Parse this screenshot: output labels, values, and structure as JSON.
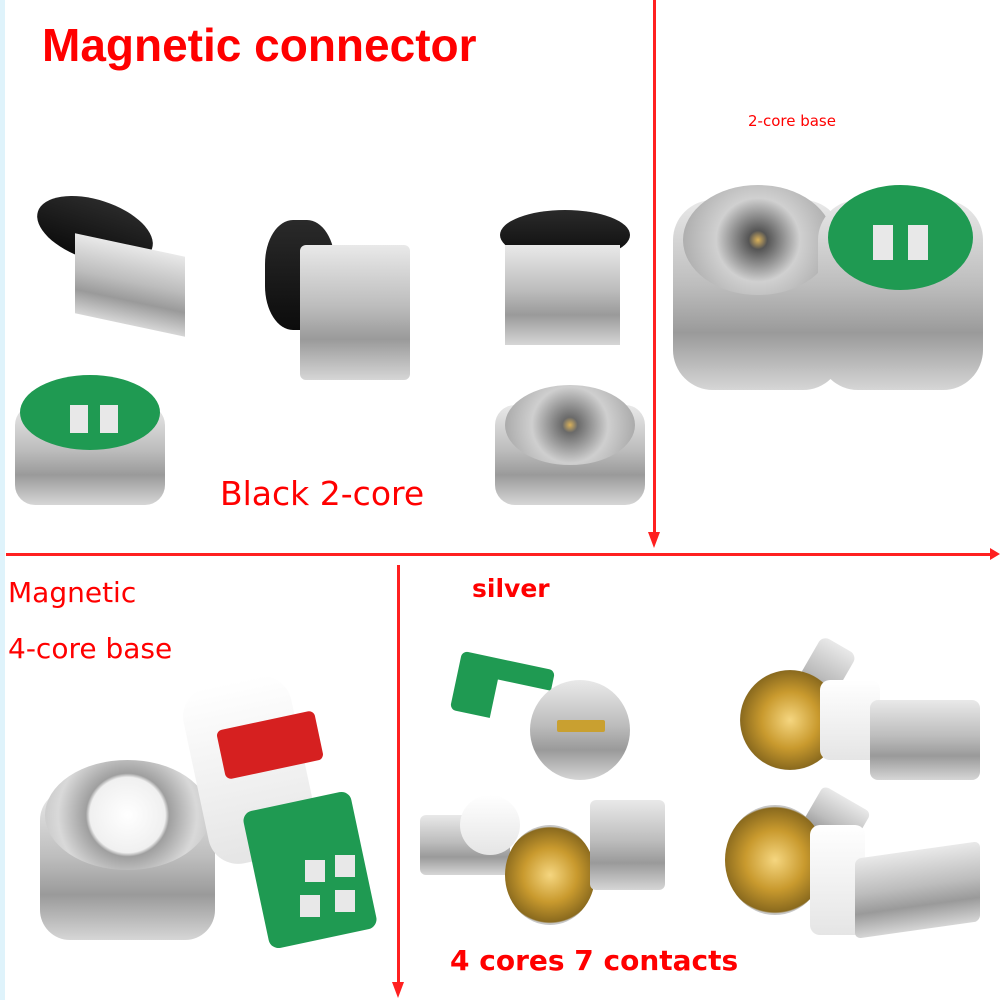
{
  "title": "Magnetic connector",
  "labels": {
    "top_right": "2-core base",
    "top_left_caption": "Black 2-core",
    "bottom_left_line1": "Magnetic",
    "bottom_left_line2": "4-core base",
    "bottom_right_top": "silver",
    "bottom_right_caption": "4 cores 7 contacts"
  },
  "colors": {
    "label_red": "#ff0000",
    "divider_red": "#ff2020",
    "pcb_green": "#1f9a52"
  },
  "photos": [
    {
      "name": "black-micro-usb-tip"
    },
    {
      "name": "black-usb-c-tip"
    },
    {
      "name": "black-lightning-tip"
    },
    {
      "name": "2-core-base-pcb"
    },
    {
      "name": "2-core-base-pin"
    },
    {
      "name": "2-core-base-pair"
    },
    {
      "name": "4-core-ring"
    },
    {
      "name": "4-core-base-pcb"
    },
    {
      "name": "silver-pcb-base"
    },
    {
      "name": "silver-usb-c-tip"
    },
    {
      "name": "silver-lightning-tip"
    },
    {
      "name": "silver-micro-usb-tip"
    }
  ]
}
